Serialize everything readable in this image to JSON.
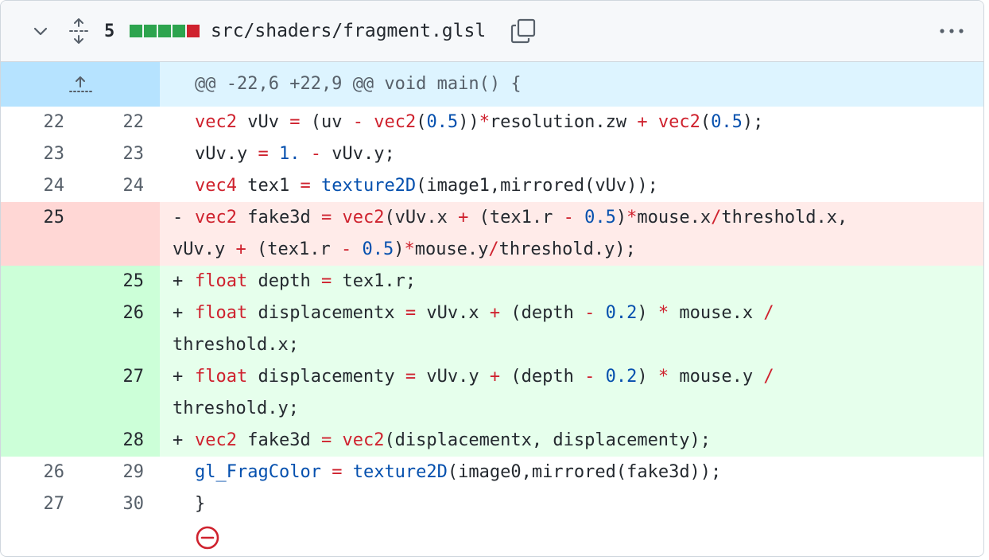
{
  "file": {
    "changes_count": "5",
    "diffstat_colors": [
      "#2da44e",
      "#2da44e",
      "#2da44e",
      "#2da44e",
      "#cf222e"
    ],
    "name": "src/shaders/fragment.glsl",
    "more_label": "···"
  },
  "hunk": {
    "header": "@@ -22,6 +22,9 @@ void main() {"
  },
  "lines": [
    {
      "old": "22",
      "new": "22",
      "type": "ctx",
      "marker": " ",
      "tokens": [
        [
          "kw",
          "vec2"
        ],
        [
          "t",
          " vUv "
        ],
        [
          "op",
          "="
        ],
        [
          "t",
          " (uv "
        ],
        [
          "op",
          "-"
        ],
        [
          "t",
          " "
        ],
        [
          "kw",
          "vec2"
        ],
        [
          "t",
          "("
        ],
        [
          "num",
          "0.5"
        ],
        [
          "t",
          "))"
        ],
        [
          "op",
          "*"
        ],
        [
          "t",
          "resolution.zw "
        ],
        [
          "op",
          "+"
        ],
        [
          "t",
          " "
        ],
        [
          "kw",
          "vec2"
        ],
        [
          "t",
          "("
        ],
        [
          "num",
          "0.5"
        ],
        [
          "t",
          ");"
        ]
      ]
    },
    {
      "old": "23",
      "new": "23",
      "type": "ctx",
      "marker": " ",
      "tokens": [
        [
          "t",
          "vUv.y "
        ],
        [
          "op",
          "="
        ],
        [
          "t",
          " "
        ],
        [
          "num",
          "1."
        ],
        [
          "t",
          " "
        ],
        [
          "op",
          "-"
        ],
        [
          "t",
          " vUv.y;"
        ]
      ]
    },
    {
      "old": "24",
      "new": "24",
      "type": "ctx",
      "marker": " ",
      "tokens": [
        [
          "kw",
          "vec4"
        ],
        [
          "t",
          " tex1 "
        ],
        [
          "op",
          "="
        ],
        [
          "t",
          " "
        ],
        [
          "fn",
          "texture2D"
        ],
        [
          "t",
          "(image1,mirrored(vUv));"
        ]
      ]
    },
    {
      "old": "25",
      "new": "",
      "type": "del",
      "marker": "-",
      "tokens": [
        [
          "kw",
          "vec2"
        ],
        [
          "t",
          " fake3d "
        ],
        [
          "op",
          "="
        ],
        [
          "t",
          " "
        ],
        [
          "kw",
          "vec2"
        ],
        [
          "t",
          "(vUv.x "
        ],
        [
          "op",
          "+"
        ],
        [
          "t",
          " (tex1.r "
        ],
        [
          "op",
          "-"
        ],
        [
          "t",
          " "
        ],
        [
          "num",
          "0.5"
        ],
        [
          "t",
          ")"
        ],
        [
          "op",
          "*"
        ],
        [
          "t",
          "mouse.x"
        ],
        [
          "op",
          "/"
        ],
        [
          "t",
          "threshold.x,\nvUv.y "
        ],
        [
          "op",
          "+"
        ],
        [
          "t",
          " (tex1.r "
        ],
        [
          "op",
          "-"
        ],
        [
          "t",
          " "
        ],
        [
          "num",
          "0.5"
        ],
        [
          "t",
          ")"
        ],
        [
          "op",
          "*"
        ],
        [
          "t",
          "mouse.y"
        ],
        [
          "op",
          "/"
        ],
        [
          "t",
          "threshold.y);"
        ]
      ]
    },
    {
      "old": "",
      "new": "25",
      "type": "add",
      "marker": "+",
      "tokens": [
        [
          "kw",
          "float"
        ],
        [
          "t",
          " depth "
        ],
        [
          "op",
          "="
        ],
        [
          "t",
          " tex1.r;"
        ]
      ]
    },
    {
      "old": "",
      "new": "26",
      "type": "add",
      "marker": "+",
      "tokens": [
        [
          "kw",
          "float"
        ],
        [
          "t",
          " displacementx "
        ],
        [
          "op",
          "="
        ],
        [
          "t",
          " vUv.x "
        ],
        [
          "op",
          "+"
        ],
        [
          "t",
          " (depth "
        ],
        [
          "op",
          "-"
        ],
        [
          "t",
          " "
        ],
        [
          "num",
          "0.2"
        ],
        [
          "t",
          ") "
        ],
        [
          "op",
          "*"
        ],
        [
          "t",
          " mouse.x "
        ],
        [
          "op",
          "/"
        ],
        [
          "t",
          "\nthreshold.x;"
        ]
      ]
    },
    {
      "old": "",
      "new": "27",
      "type": "add",
      "marker": "+",
      "tokens": [
        [
          "kw",
          "float"
        ],
        [
          "t",
          " displacementy "
        ],
        [
          "op",
          "="
        ],
        [
          "t",
          " vUv.y "
        ],
        [
          "op",
          "+"
        ],
        [
          "t",
          " (depth "
        ],
        [
          "op",
          "-"
        ],
        [
          "t",
          " "
        ],
        [
          "num",
          "0.2"
        ],
        [
          "t",
          ") "
        ],
        [
          "op",
          "*"
        ],
        [
          "t",
          " mouse.y "
        ],
        [
          "op",
          "/"
        ],
        [
          "t",
          "\nthreshold.y;"
        ]
      ]
    },
    {
      "old": "",
      "new": "28",
      "type": "add",
      "marker": "+",
      "tokens": [
        [
          "kw",
          "vec2"
        ],
        [
          "t",
          " fake3d "
        ],
        [
          "op",
          "="
        ],
        [
          "t",
          " "
        ],
        [
          "kw",
          "vec2"
        ],
        [
          "t",
          "(displacementx, displacementy);"
        ]
      ]
    },
    {
      "old": "26",
      "new": "29",
      "type": "ctx",
      "marker": " ",
      "tokens": [
        [
          "fn",
          "gl_FragColor"
        ],
        [
          "t",
          " "
        ],
        [
          "op",
          "="
        ],
        [
          "t",
          " "
        ],
        [
          "fn",
          "texture2D"
        ],
        [
          "t",
          "(image0,mirrored(fake3d));"
        ]
      ]
    },
    {
      "old": "27",
      "new": "30",
      "type": "ctx",
      "marker": " ",
      "tokens": [
        [
          "t",
          "}"
        ]
      ]
    }
  ],
  "colors": {
    "keyword": "#cf222e",
    "function": "#0550ae",
    "no_newline_icon": "#cf222e"
  }
}
